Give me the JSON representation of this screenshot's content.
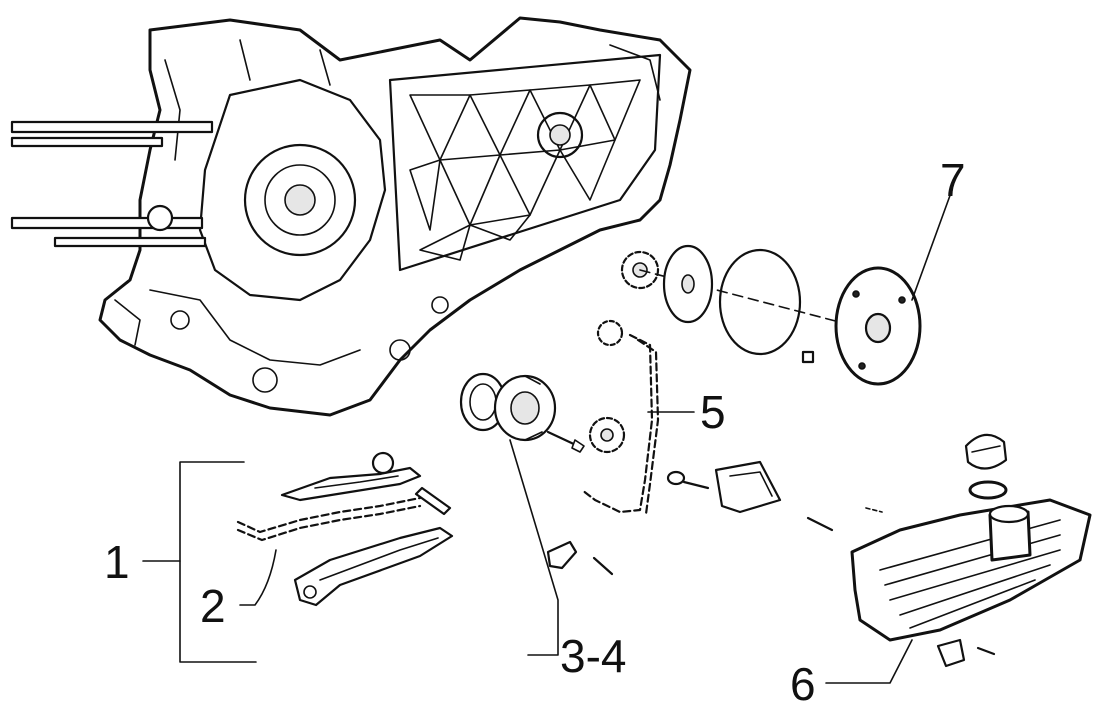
{
  "callouts": [
    {
      "id": "1",
      "label": "1"
    },
    {
      "id": "2",
      "label": "2"
    },
    {
      "id": "3-4",
      "label": "3-4"
    },
    {
      "id": "5",
      "label": "5"
    },
    {
      "id": "6",
      "label": "6"
    },
    {
      "id": "7",
      "label": "7"
    }
  ],
  "colors": {
    "ink": "#111111",
    "background": "#ffffff"
  }
}
